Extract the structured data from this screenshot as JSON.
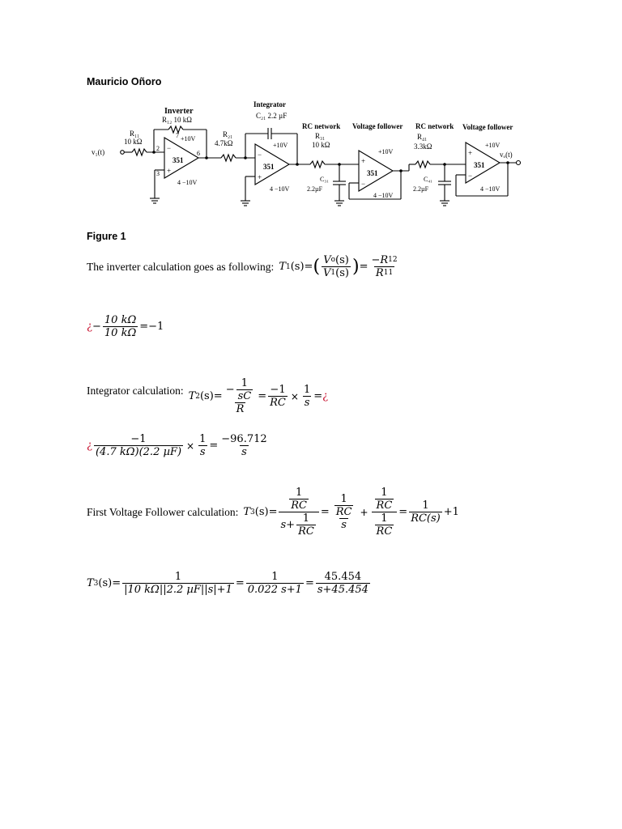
{
  "author": "Mauricio Oñoro",
  "figure_label": "Figure 1",
  "circuit": {
    "inverter_title": "Inverter",
    "r12_label": "R₁₂ 10 kΩ",
    "r11_name": "R₁₁",
    "r11_value": "10 kΩ",
    "input_label": "v₁(t)",
    "pin2": "2",
    "pin3": "3",
    "pin4": "4",
    "pin6": "6",
    "pin7": "7",
    "opamp": "351",
    "pos_supply": "+10V",
    "neg_supply": "−10V",
    "integrator_title": "Integrator",
    "c21_label": "C₂₁ 2.2 µF",
    "r21_name": "R₂₁",
    "r21_value": "4.7kΩ",
    "rc1_title": "RC network",
    "r31_name": "R₃₁",
    "r31_value": "10 kΩ",
    "c31_name": "C₃₁",
    "c31_value": "2.2µF",
    "vf1_title": "Voltage follower",
    "rc2_title": "RC network",
    "r41_name": "R₄₁",
    "r41_value": "3.3kΩ",
    "c41_name": "C₄₁",
    "c41_value": "2.2µF",
    "vf2_title": "Voltage follower",
    "output_label": "vₒ(t)",
    "plus": "+",
    "minus": "−"
  },
  "eq1": {
    "text": "The inverter calculation goes as following:",
    "T": "T",
    "T_sub": "1",
    "lhs_arg": "(s)=",
    "num_V": "V",
    "num_sub": "o",
    "num_arg": "(s)",
    "den_V": "V",
    "den_sub": "1",
    "den_arg": "(s)",
    "eq": "=",
    "rnum": "−R",
    "rnum_sub": "12",
    "rden": "R",
    "rden_sub": "11"
  },
  "eq2": {
    "mark": "¿",
    "minus": "−",
    "num": "10 kΩ",
    "den": "10 kΩ",
    "result": "=−1"
  },
  "eq3": {
    "text": "Integrator calculation:",
    "T": "T",
    "T_sub": "2",
    "lhs_arg": "(s)=",
    "outer_num_minus": "−",
    "inner_num": "1",
    "inner_den": "sC",
    "outer_den": "R",
    "eq": "=",
    "f2_num": "−1",
    "f2_den": "RC",
    "times": "×",
    "f3_num": "1",
    "f3_den": "s",
    "eq_end": "=",
    "mark": "¿"
  },
  "eq4": {
    "mark": "¿",
    "f1_num": "−1",
    "f1_den": "(4.7 kΩ)(2.2 µF)",
    "times": "×",
    "f2_num": "1",
    "f2_den": "s",
    "eq": "=",
    "f3_num": "−96.712",
    "f3_den": "s"
  },
  "eq5": {
    "text": "First Voltage Follower calculation:",
    "T": "T",
    "T_sub": "3",
    "lhs_arg": "(s)=",
    "a_num_num": "1",
    "a_num_den": "RC",
    "a_den_s": "s+",
    "a_den_num": "1",
    "a_den_den": "RC",
    "eq": "=",
    "b_num_num": "1",
    "b_num_den": "RC",
    "b_den": "s",
    "plus": "+",
    "c_num_num": "1",
    "c_num_den": "RC",
    "c_den_num": "1",
    "c_den_den": "RC",
    "eq2": "=",
    "d_num": "1",
    "d_den": "RC(s)",
    "tail": "+1"
  },
  "eq6": {
    "T": "T",
    "T_sub": "3",
    "lhs_arg": "(s)=",
    "f1_num": "1",
    "f1_den": "|10 kΩ||2.2 µF||s|+1",
    "eq": "=",
    "f2_num": "1",
    "f2_den": "0.022 s+1",
    "eq2": "=",
    "f3_num": "45.454",
    "f3_den": "s+45.454"
  }
}
